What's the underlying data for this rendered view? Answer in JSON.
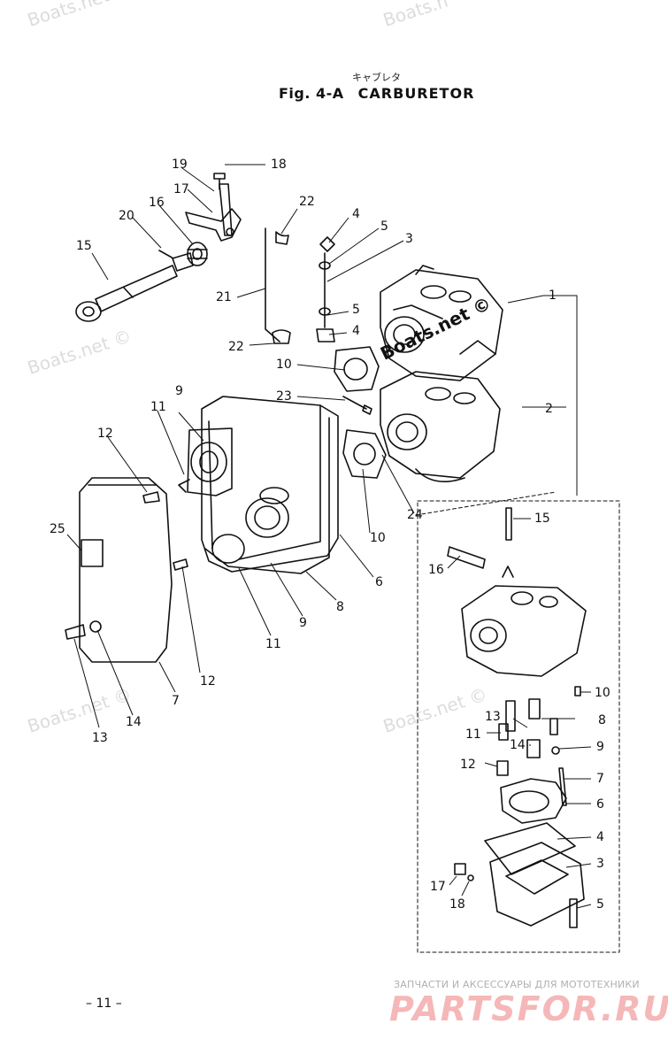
{
  "header": {
    "kana": "キャブレタ",
    "fig_label": "Fig. 4-A",
    "title": "CARBURETOR"
  },
  "page_number": "– 11 –",
  "watermarks": [
    "Boats.net ©",
    "Boats.n",
    "Boats.net ©",
    "Boats.net ©",
    "Boats.net ©"
  ],
  "diagram_watermark": "Boats.net ©",
  "branding": {
    "tagline": "ЗАПЧАСТИ И АКСЕССУАРЫ ДЛЯ МОТОТЕХНИКИ",
    "logo": "PARTSFOR.RU"
  },
  "callouts": {
    "c1": "1",
    "c2": "2",
    "c3": "3",
    "c4": "4",
    "c4b": "4",
    "c5": "5",
    "c5b": "5",
    "c6": "6",
    "c7": "7",
    "c8": "8",
    "c9": "9",
    "c9b": "9",
    "c10": "10",
    "c10b": "10",
    "c11": "11",
    "c11b": "11",
    "c12": "12",
    "c12b": "12",
    "c13": "13",
    "c14": "14",
    "c15": "15",
    "c16": "16",
    "c17": "17",
    "c18": "18",
    "c19": "19",
    "c20": "20",
    "c21": "21",
    "c22": "22",
    "c22b": "22",
    "c23": "23",
    "c24": "24",
    "c25": "25"
  },
  "detail_callouts": {
    "d3": "3",
    "d4": "4",
    "d5": "5",
    "d6": "6",
    "d7": "7",
    "d8": "8",
    "d9": "9",
    "d10": "10",
    "d11": "11",
    "d12": "12",
    "d13": "13",
    "d14": "14",
    "d15": "15",
    "d16": "16",
    "d17": "17",
    "d18": "18"
  }
}
